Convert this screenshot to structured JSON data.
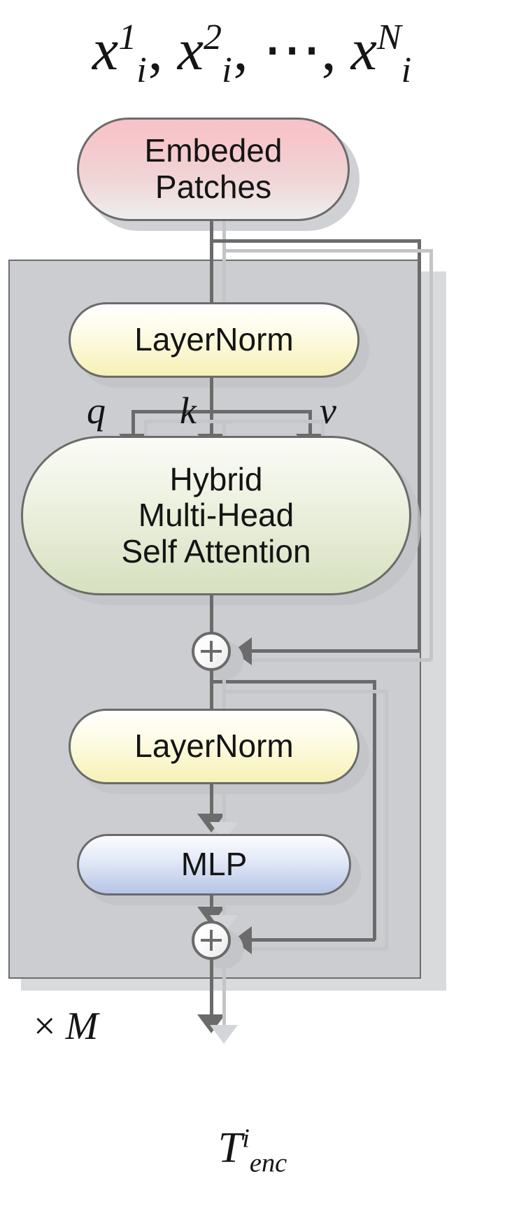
{
  "diagram": {
    "title": "Transformer encoder block with hybrid multi-head self attention",
    "background": "#ffffff"
  },
  "input_label": {
    "name": "input-token-sequence",
    "base": "x",
    "tokens": [
      {
        "sup": "1",
        "sub": "i"
      },
      {
        "sup": "2",
        "sub": "i"
      },
      {
        "sup": "N",
        "sub": "i"
      }
    ],
    "ellipsis": "⋯",
    "comma": ",",
    "plain": "x_i^1 , x_i^2 , ⋯ , x_i^N"
  },
  "output_label": {
    "name": "encoder-output-token",
    "base": "T",
    "sup": "i",
    "sub": "enc",
    "plain": "T_enc^i"
  },
  "repeat_label": {
    "times": "×",
    "count": "M",
    "plain": "× M"
  },
  "nodes": {
    "embeded_patches": {
      "lines": [
        "Embeded",
        "Patches"
      ],
      "fill_top": "#f6c3c8",
      "fill_bottom": "#eeeeee",
      "stroke": "#6b6b6b"
    },
    "layernorm_1": {
      "label": "LayerNorm",
      "fill_top": "#ffffff",
      "fill_bottom": "#f7f0b6",
      "stroke": "#6b6b6b"
    },
    "attention": {
      "lines": [
        "Hybrid",
        "Multi-Head",
        "Self Attention"
      ],
      "fill_top": "#fbfcf7",
      "fill_bottom": "#d7e0c0",
      "stroke": "#6b6b6b"
    },
    "layernorm_2": {
      "label": "LayerNorm",
      "fill_top": "#ffffff",
      "fill_bottom": "#f7f0b6",
      "stroke": "#6b6b6b"
    },
    "mlp": {
      "label": "MLP",
      "fill_top": "#fbfcff",
      "fill_bottom": "#b6c5e6",
      "stroke": "#6b6b6b"
    }
  },
  "qkv": {
    "q": "q",
    "k": "k",
    "v": "v"
  },
  "adders": {
    "symbol": "⊕",
    "first_name": "residual-add-attention",
    "second_name": "residual-add-mlp"
  },
  "panel": {
    "name": "encoder-block-panel",
    "fill": "#cbcdd0",
    "stroke": "#6d6d6d",
    "shadow": "#d9dadc"
  },
  "palette": {
    "line": "#6b6b6b",
    "ghost_line": "#c3c5c8",
    "text": "#141414"
  }
}
